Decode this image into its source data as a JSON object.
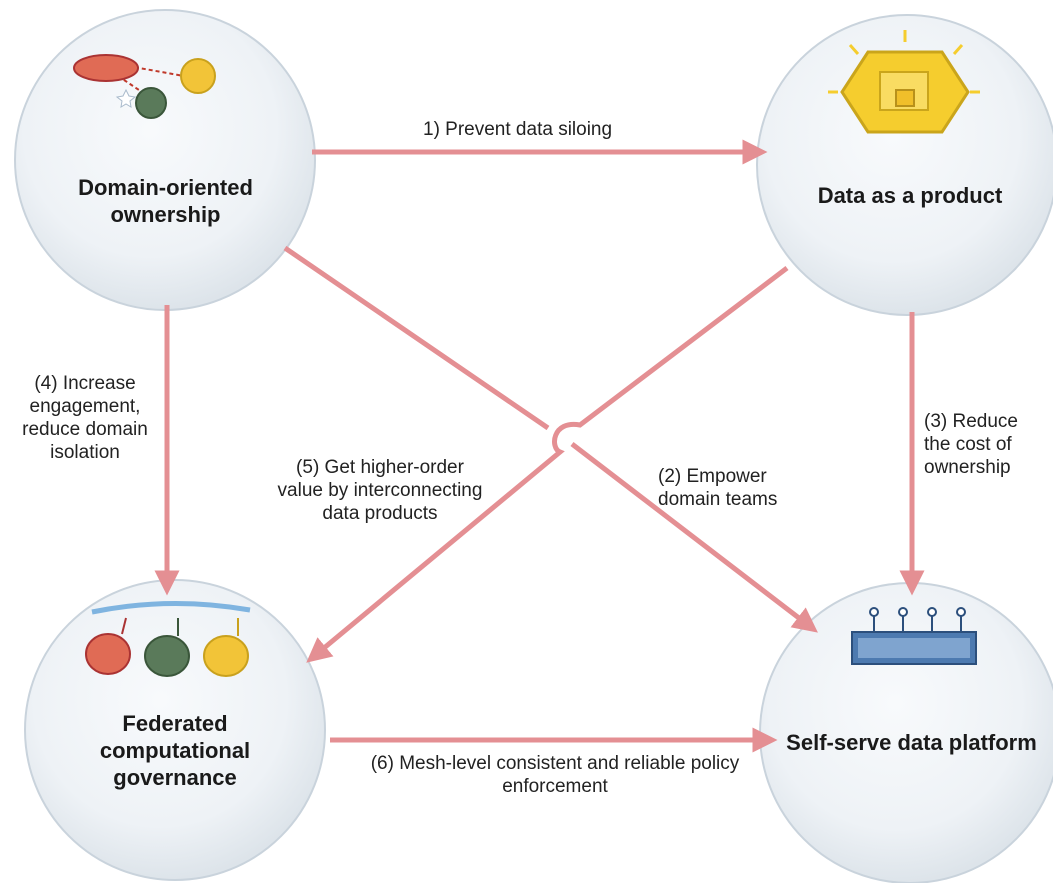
{
  "nodes": {
    "domain_ownership": "Domain-oriented\nownership",
    "data_as_product": "Data as a product",
    "federated_governance": "Federated\ncomputational\ngovernance",
    "self_serve_platform": "Self-serve data platform"
  },
  "edges": {
    "e1": "1) Prevent data siloing",
    "e2": "(2) Empower\ndomain teams",
    "e3": "(3) Reduce\nthe cost of\nownership",
    "e4": "(4) Increase\nengagement,\nreduce domain\nisolation",
    "e5": "(5) Get higher-order\nvalue by interconnecting\ndata products",
    "e6": "(6) Mesh-level consistent and reliable policy\nenforcement"
  },
  "colors": {
    "arrow": "#e48f93",
    "circle_fill": "#eef2f6",
    "circle_stroke": "#c9d3dc",
    "accent_blue": "#1e4f96"
  },
  "icons": {
    "domain_ownership": "team-nodes-icon",
    "data_as_product": "product-box-icon",
    "federated_governance": "governance-badges-icon",
    "self_serve_platform": "platform-server-icon"
  }
}
